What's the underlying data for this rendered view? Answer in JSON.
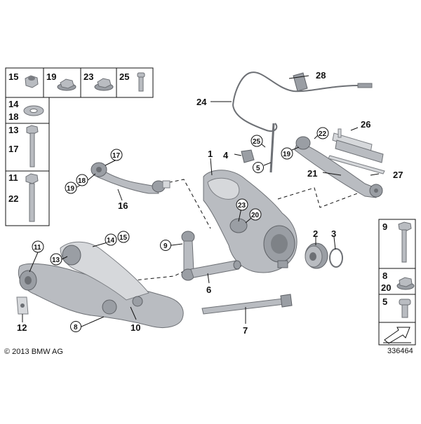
{
  "diagram": {
    "labels": {
      "l1": "1",
      "l2": "2",
      "l3": "3",
      "l4": "4",
      "l5": "5",
      "l6": "6",
      "l7": "7",
      "l8": "8",
      "l9": "9",
      "l10": "10",
      "l11": "11",
      "l12": "12",
      "l13": "13",
      "l14": "14",
      "l15": "15",
      "l16": "16",
      "l17": "17",
      "l18": "18",
      "l19": "19",
      "l20": "20",
      "l21": "21",
      "l22": "22",
      "l23": "23",
      "l24": "24",
      "l25": "25",
      "l26": "26",
      "l27": "27",
      "l28": "28"
    },
    "legend_left": {
      "r1_a": "15",
      "r1_b": "19",
      "r1_c": "23",
      "r1_d": "25",
      "r2_a": "14",
      "r2_b": "18",
      "r3_a": "13",
      "r3_b": "17",
      "r4_a": "11",
      "r4_b": "22"
    },
    "legend_right": {
      "r1": "9",
      "r2_a": "8",
      "r2_b": "20",
      "r3": "5"
    },
    "copyright": "© 2013 BMW AG",
    "diagram_number": "336464"
  }
}
